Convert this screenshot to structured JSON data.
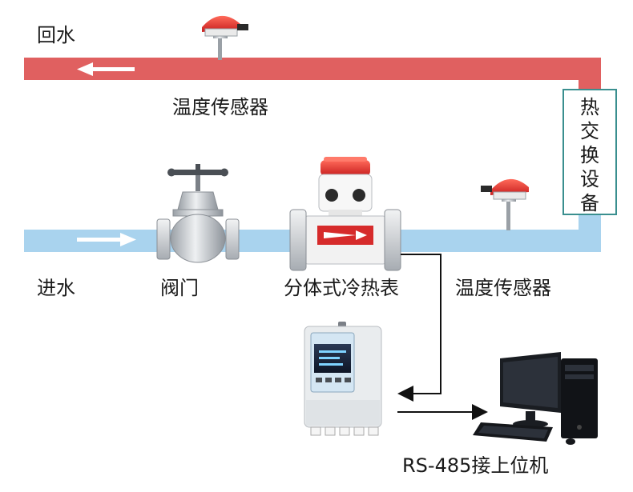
{
  "labels": {
    "return_water": "回水",
    "supply_water": "进水",
    "temp_sensor_top": "温度传感器",
    "valve": "阀门",
    "flow_meter": "分体式冷热表",
    "temp_sensor_bottom": "温度传感器",
    "heat_exchanger": [
      "热",
      "交",
      "换",
      "设",
      "备"
    ],
    "rs485": "RS-485接上位机"
  },
  "colors": {
    "return_pipe": "#e06060",
    "supply_pipe": "#a9d3ee",
    "exchanger_border": "#3a8f8f",
    "signal_line": "#111111",
    "sensor_red": "#e03030"
  },
  "icons": {
    "flow_direction_return": "arrow-left-icon",
    "flow_direction_supply": "arrow-right-icon"
  }
}
